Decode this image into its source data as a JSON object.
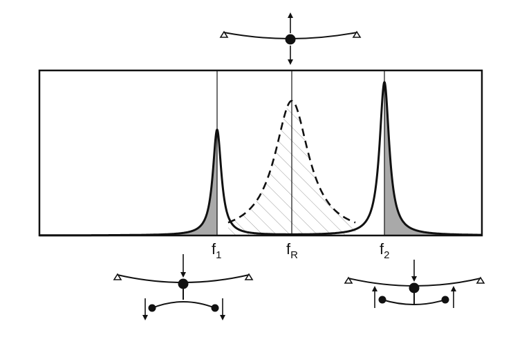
{
  "labels": {
    "f1_main": "f",
    "f1_sub": "1",
    "fR_main": "f",
    "fR_sub": "R",
    "f2_main": "f",
    "f2_sub": "2"
  },
  "colors": {
    "stroke": "#111111",
    "peak_fill": "#a9a9a9",
    "hatch": "#9a9a9a",
    "background": "#ffffff"
  }
}
